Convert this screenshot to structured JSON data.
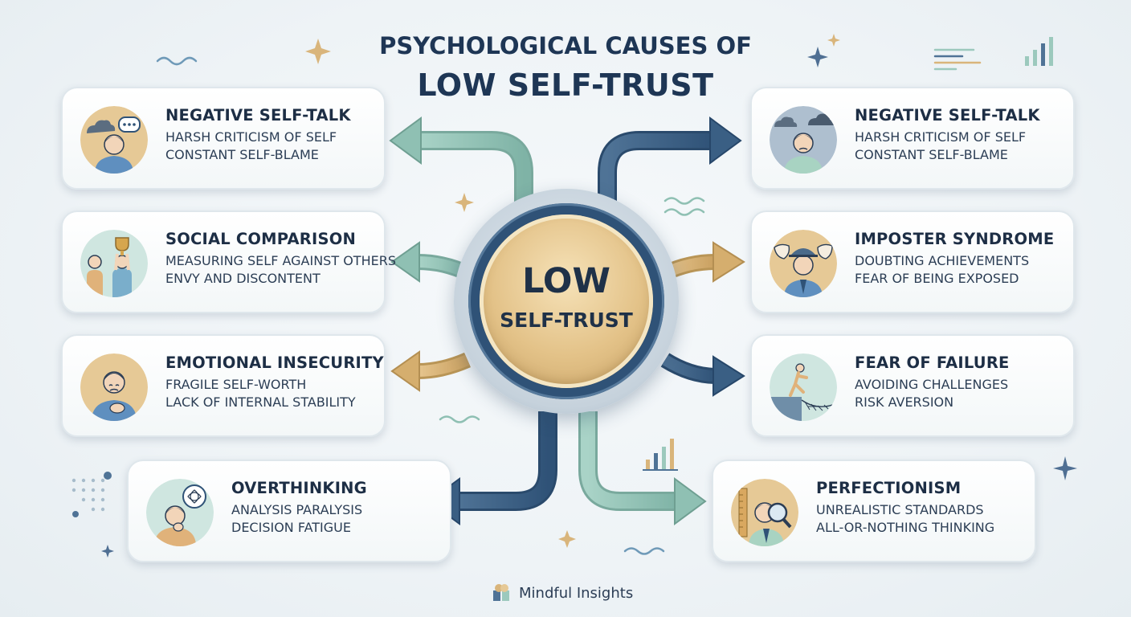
{
  "title": {
    "line1": "PSYCHOLOGICAL CAUSES OF",
    "line2": "LOW SELF-TRUST"
  },
  "hub": {
    "line1": "LOW",
    "line2": "SELF-TRUST"
  },
  "cards": [
    {
      "icon": "storm-cloud-speech-person-icon",
      "heading": "NEGATIVE SELF-TALK",
      "lines": [
        "HARSH CRITICISM OF SELF",
        "CONSTANT SELF-BLAME"
      ]
    },
    {
      "icon": "trophy-comparison-icon",
      "heading": "SOCIAL COMPARISON",
      "lines": [
        "MEASURING SELF AGAINST OTHERS",
        "ENVY AND DISCONTENT"
      ]
    },
    {
      "icon": "hand-on-heart-person-icon",
      "heading": "EMOTIONAL INSECURITY",
      "lines": [
        "FRAGILE SELF-WORTH",
        "LACK OF INTERNAL STABILITY"
      ]
    },
    {
      "icon": "thinking-person-icon",
      "heading": "OVERTHINKING",
      "lines": [
        "ANALYSIS PARALYSIS",
        "DECISION FATIGUE"
      ]
    },
    {
      "icon": "sad-person-clouds-icon",
      "heading": "NEGATIVE SELF-TALK",
      "lines": [
        "HARSH CRITICISM OF SELF",
        "CONSTANT SELF-BLAME"
      ]
    },
    {
      "icon": "theater-masks-icon",
      "heading": "IMPOSTER SYNDROME",
      "lines": [
        "DOUBTING ACHIEVEMENTS",
        "FEAR OF BEING EXPOSED"
      ]
    },
    {
      "icon": "cliff-net-icon",
      "heading": "FEAR OF FAILURE",
      "lines": [
        "AVOIDING CHALLENGES",
        "RISK AVERSION"
      ]
    },
    {
      "icon": "magnifier-person-icon",
      "heading": "PERFECTIONISM",
      "lines": [
        "UNREALISTIC STANDARDS",
        "ALL-OR-NOTHING THINKING"
      ]
    }
  ],
  "brand": {
    "name": "Mindful Insights"
  },
  "colors": {
    "navy": "#2f5277",
    "teal": "#9cc9bd",
    "gold": "#d7b377",
    "text": "#1f3148"
  }
}
